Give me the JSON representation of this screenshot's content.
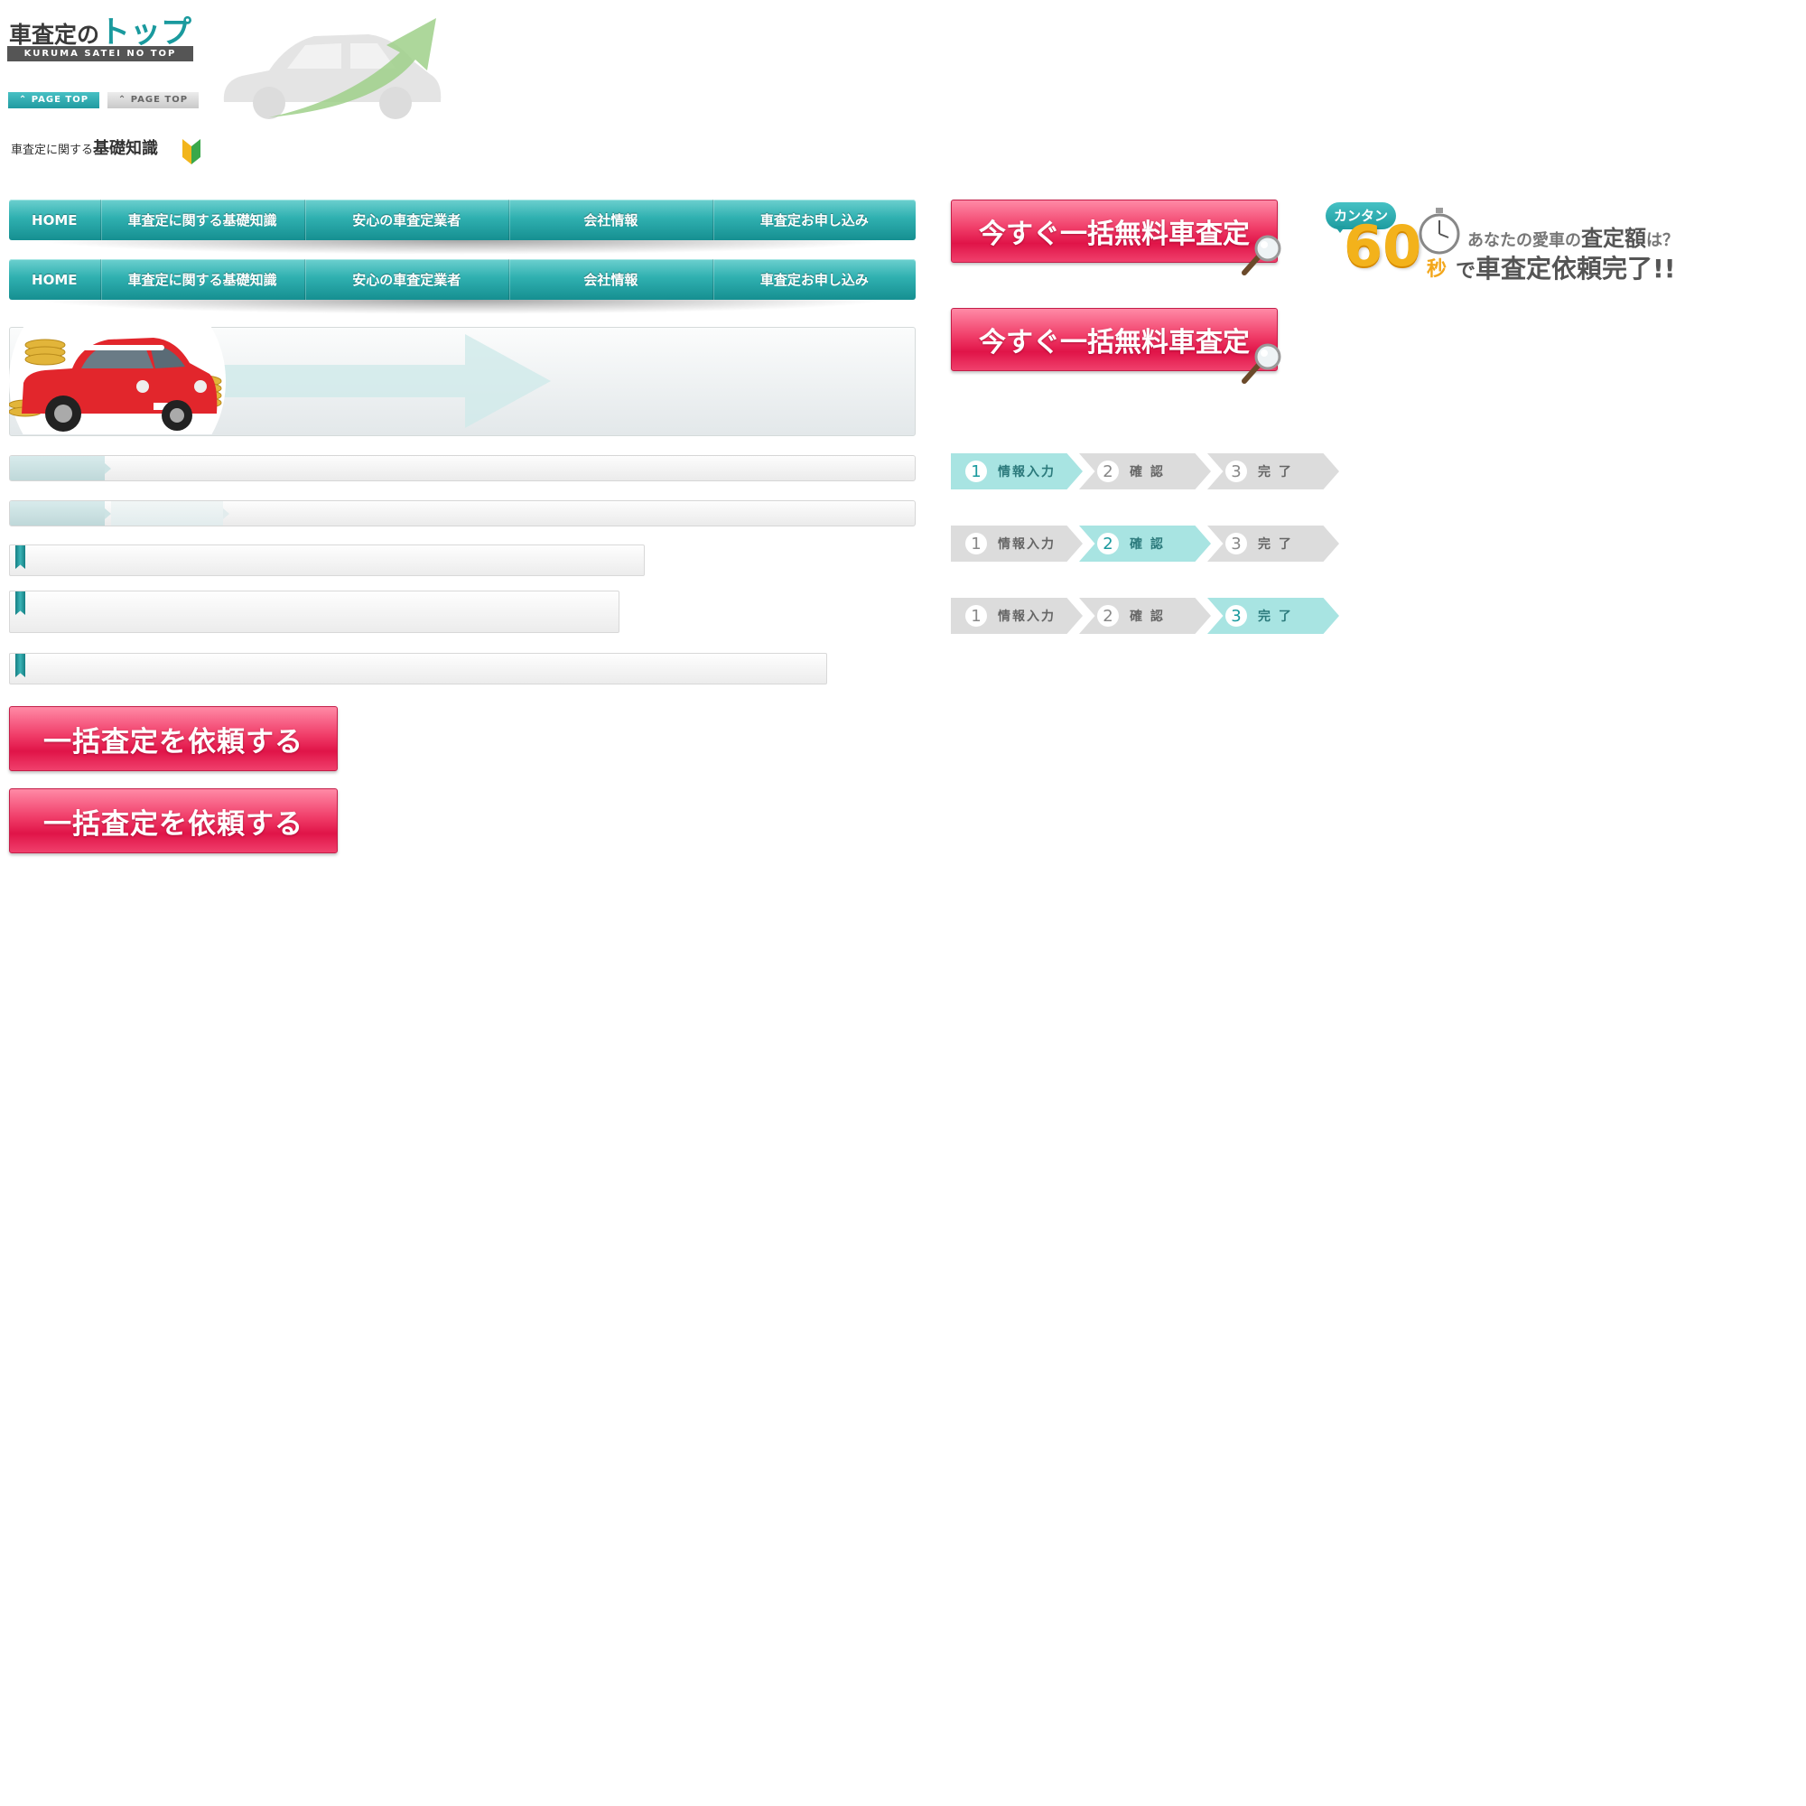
{
  "logo": {
    "title_part1": "車査定の",
    "title_part2": "トップ",
    "subtitle": "KURUMA SATEI NO TOP"
  },
  "page_top_buttons": [
    {
      "label": "PAGE TOP"
    },
    {
      "label": "PAGE TOP"
    }
  ],
  "basics_heading": {
    "small": "車査定に関する",
    "big": "基礎知識"
  },
  "nav": {
    "items": [
      "HOME",
      "車査定に関する基礎知識",
      "安心の車査定業者",
      "会社情報",
      "車査定お申し込み"
    ]
  },
  "progress_bars": [
    {
      "segments": 1
    },
    {
      "segments": 2
    }
  ],
  "request_button": {
    "label": "一括査定を依頼する"
  },
  "assess_button": {
    "label": "今すぐ一括無料車査定"
  },
  "promo": {
    "bubble": "カンタン",
    "number": "60",
    "unit": "秒",
    "question_pre": "あなたの愛車の",
    "question_big": "査定額",
    "question_post": "は？",
    "done_pre": "で",
    "done_main": "車査定依頼完了!!"
  },
  "steps": {
    "items": [
      {
        "num": "1",
        "label": "情報入力"
      },
      {
        "num": "2",
        "label": "確 認"
      },
      {
        "num": "3",
        "label": "完 了"
      }
    ],
    "active_per_row": [
      1,
      2,
      3
    ]
  },
  "colors": {
    "teal": "#2fb0b0",
    "pink": "#f03c68",
    "step_active": "#a8e4e2",
    "step_inactive": "#dcdcdc",
    "gold": "#f3b21b"
  }
}
